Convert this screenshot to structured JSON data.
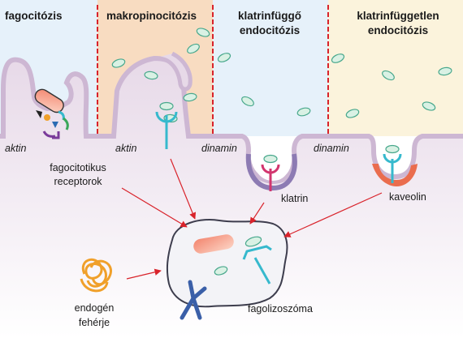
{
  "headers": {
    "phagocytosis": "fagocitózis",
    "macropinocytosis": "makropinocitózis",
    "clathrin_dep_1": "klatrinfüggő",
    "clathrin_dep_2": "endocitózis",
    "clathrin_indep_1": "klatrinfüggetlen",
    "clathrin_indep_2": "endocitózis"
  },
  "labels": {
    "actin_1": "aktin",
    "actin_2": "aktin",
    "dynamin_1": "dinamin",
    "dynamin_2": "dinamin",
    "receptors_1": "fagocitotikus",
    "receptors_2": "receptorok",
    "clathrin": "klatrin",
    "caveolin": "kaveolin",
    "endogenous_1": "endogén",
    "endogenous_2": "fehérje",
    "phagolysosome": "fagolizoszóma"
  },
  "colors": {
    "cell": "#e8dcea",
    "membrane": "#cdb7d3",
    "panel_blue": "#e6f1fa",
    "panel_orange": "#f8dcc1",
    "panel_yellow": "#fbf3dc",
    "divider": "#d9232b",
    "arrow": "#d9232b",
    "particle": "#d9f1e4",
    "particle_edge": "#48a88c",
    "receptor": "#36b9cd",
    "clathrin": "#8d7bb3",
    "caveolin": "#ea6d4e",
    "bacterium": "#f6a996"
  }
}
